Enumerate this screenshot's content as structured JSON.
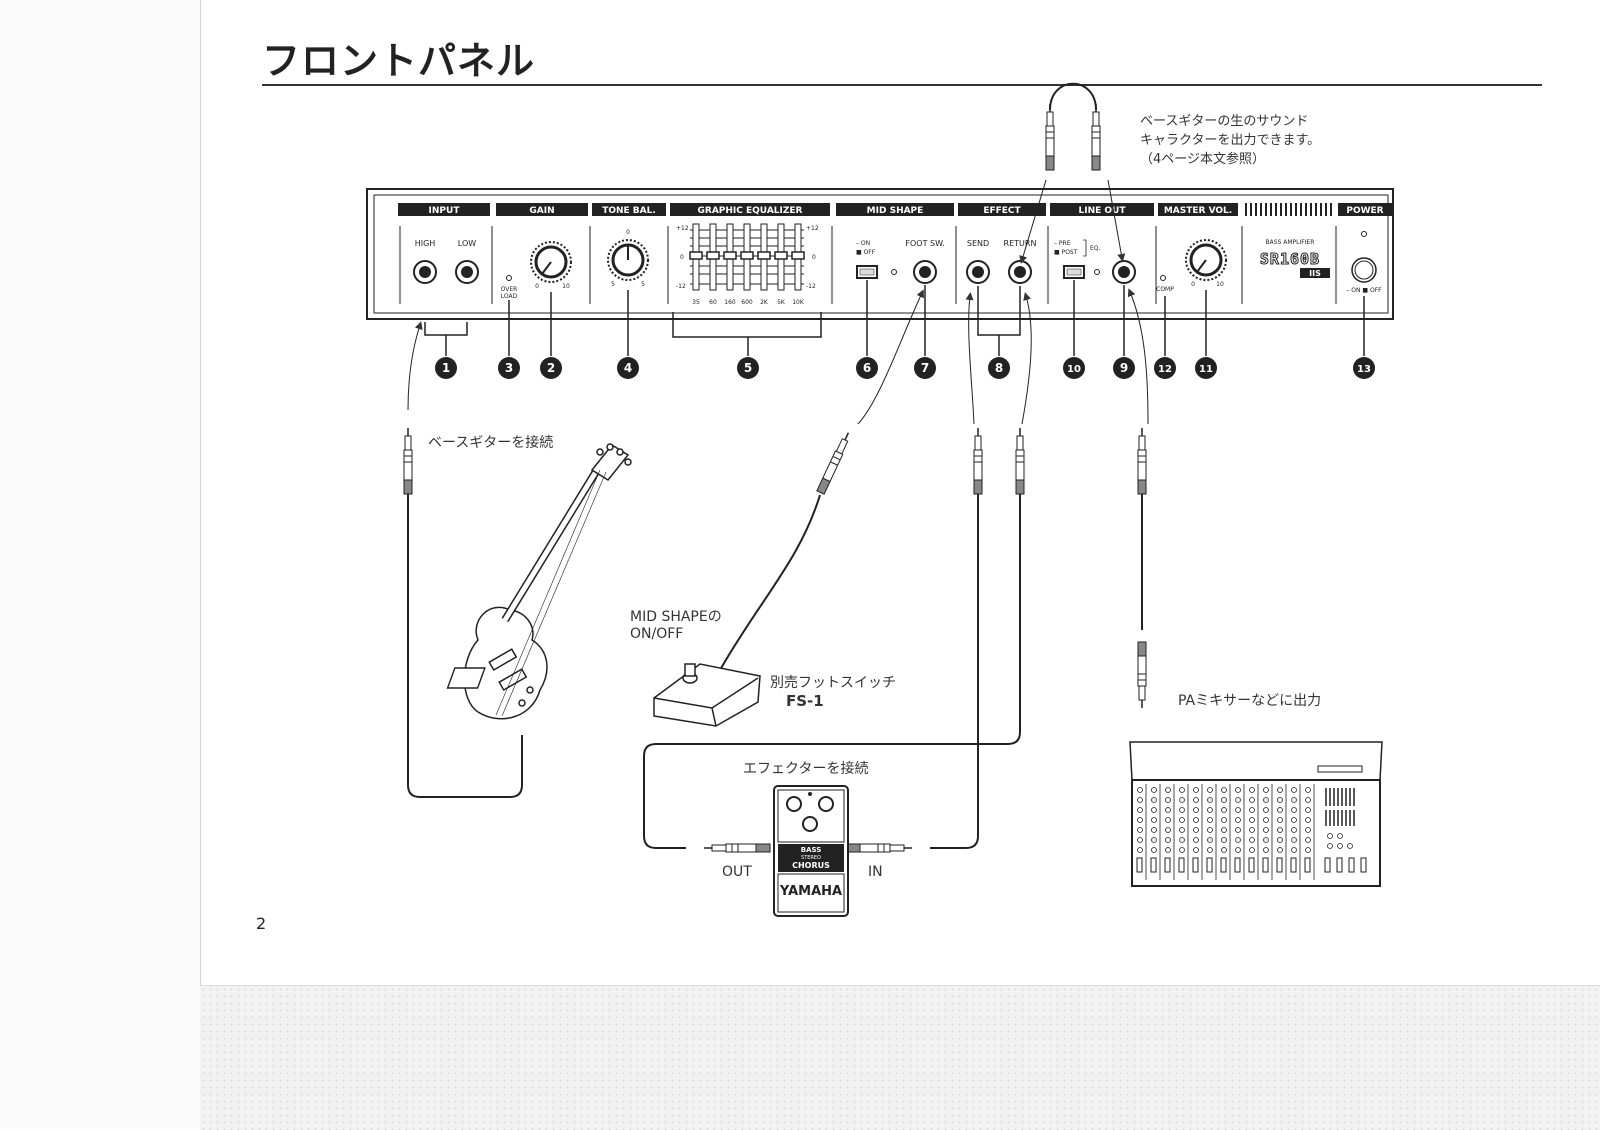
{
  "title": "フロントパネル",
  "page_number": "2",
  "annotation_note": [
    "ベースギターの生のサウンド",
    "キャラクターを出力できます。",
    "（4ページ本文参照）"
  ],
  "panel": {
    "sections": [
      "INPUT",
      "GAIN",
      "TONE BAL.",
      "GRAPHIC EQUALIZER",
      "MID SHAPE",
      "EFFECT",
      "LINE OUT",
      "MASTER VOL.",
      "POWER"
    ],
    "input_high": "HIGH",
    "input_low": "LOW",
    "overload": [
      "OVER",
      "LOAD"
    ],
    "gain_scale": [
      "0",
      "10"
    ],
    "tone_scale": [
      "0",
      "5",
      "5"
    ],
    "eq_db": [
      "+12",
      "0",
      "-12"
    ],
    "eq_bands": [
      "35",
      "60",
      "160",
      "600",
      "2K",
      "5K",
      "10K"
    ],
    "mid_on": "– ON",
    "mid_off": "■ OFF",
    "foot_sw": "FOOT SW.",
    "send": "SEND",
    "return": "RETURN",
    "pre": "– PRE",
    "post": "■ POST",
    "eq": "EQ.",
    "comp": "COMP",
    "master_scale": [
      "0",
      "10"
    ],
    "bass_amplifier": "BASS AMPLIFIER",
    "model": "SR160B",
    "model_sub": "IIS",
    "power_onoff": "– ON ■ OFF"
  },
  "callouts": [
    "1",
    "3",
    "2",
    "4",
    "5",
    "6",
    "7",
    "8",
    "10",
    "9",
    "12",
    "11",
    "13"
  ],
  "labels": {
    "connect_bass": "ベースギターを接続",
    "mid_shape_onoff": [
      "MID SHAPEの",
      "ON/OFF"
    ],
    "footswitch": "別売フットスイッチ",
    "fs1": "FS-1",
    "connect_effector": "エフェクターを接続",
    "out": "OUT",
    "in": "IN",
    "pa_mixer": "PAミキサーなどに出力"
  },
  "effector": {
    "line1": "BASS",
    "line2": "STEREO",
    "line3": "CHORUS",
    "brand": "YAMAHA"
  }
}
